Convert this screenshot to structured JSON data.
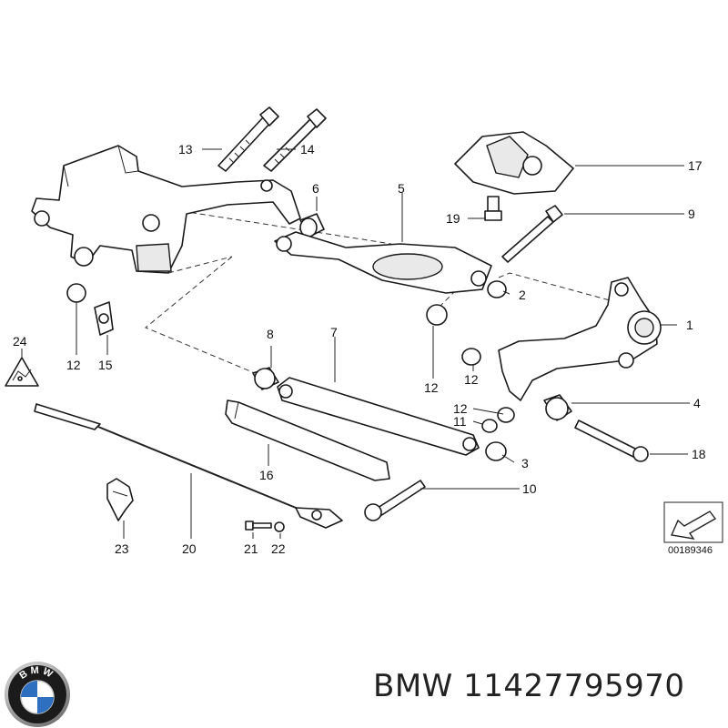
{
  "diagram": {
    "callouts": {
      "p1": "1",
      "p2": "2",
      "p3": "3",
      "p4": "4",
      "p5": "5",
      "p6": "6",
      "p7": "7",
      "p8": "8",
      "p9": "9",
      "p10": "10",
      "p11": "11",
      "p12a": "12",
      "p12b": "12",
      "p12c": "12",
      "p12d": "12",
      "p13": "13",
      "p14": "14",
      "p15": "15",
      "p16": "16",
      "p17": "17",
      "p18": "18",
      "p19": "19",
      "p20": "20",
      "p21": "21",
      "p22": "22",
      "p23": "23",
      "p24": "24"
    },
    "reference_number": "00189346"
  },
  "brand": {
    "logo_letters": "BMW",
    "caption": "BMW 11427795970",
    "colors": {
      "blue": "#2f6fc0",
      "ring": "#1b1b1b",
      "chrome": "#b8b8b8"
    }
  }
}
